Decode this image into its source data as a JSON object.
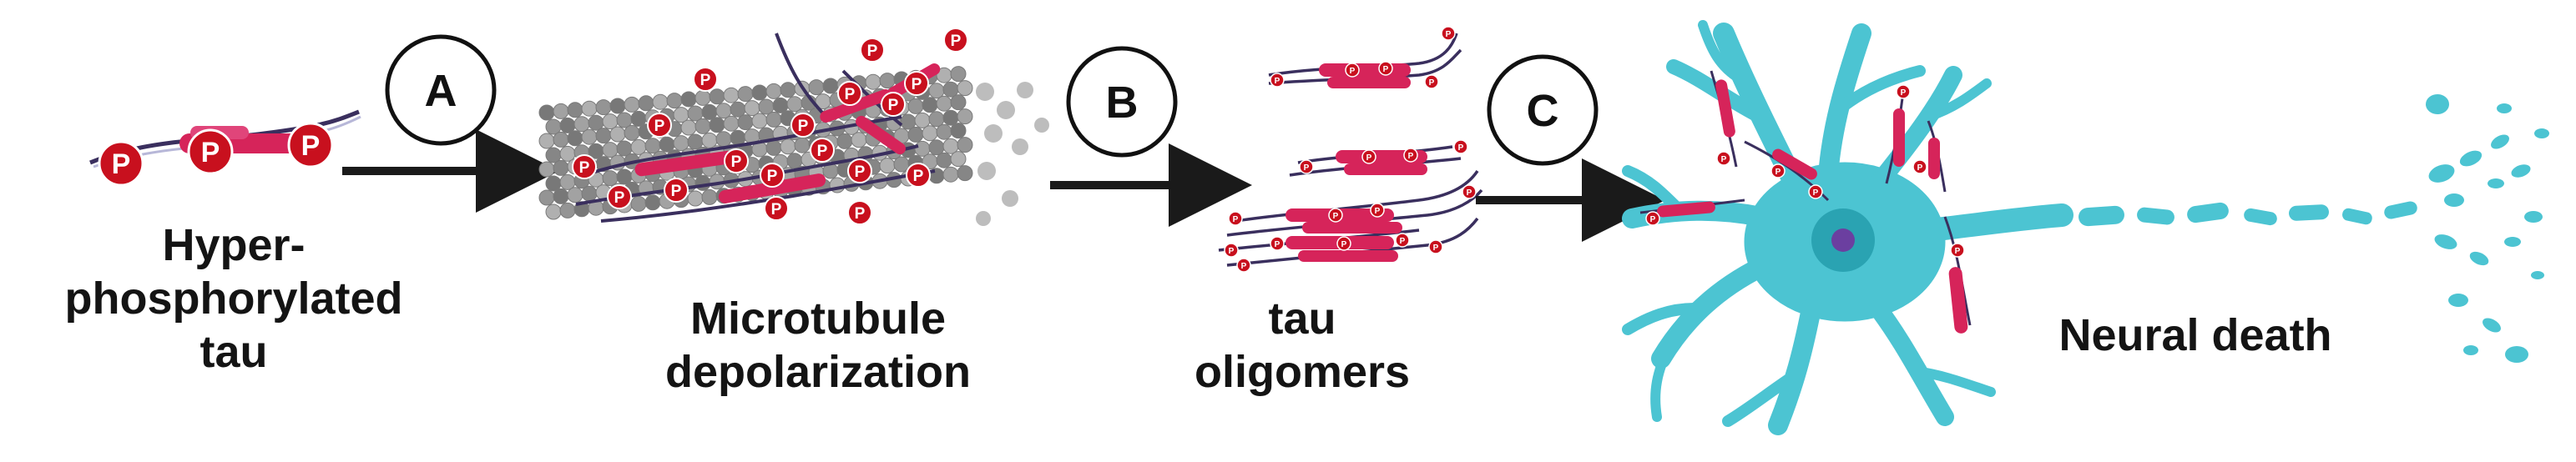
{
  "steps": [
    {
      "letter": "A",
      "label": [
        "Hyper-",
        "phosphorylated",
        "tau"
      ]
    },
    {
      "letter": "B",
      "label": [
        "Microtubule",
        "depolarization"
      ]
    },
    {
      "letter": "C",
      "label": [
        "tau",
        "oligomers"
      ]
    }
  ],
  "final_label": "Neural death",
  "phospho_symbol": "P",
  "colors": {
    "phospho_red": "#c8101e",
    "tau_pink": "#d6245a",
    "tau_strand": "#3a2f5e",
    "microtubule_gray": "#9a9a9a",
    "neuron_cyan": "#4cc4d2",
    "nucleus": "#2aa3b2",
    "arrow": "#1a1a1a"
  },
  "icons": [
    "tau-protein-icon",
    "microtubule-icon",
    "tau-oligomer-icon",
    "neuron-icon"
  ]
}
